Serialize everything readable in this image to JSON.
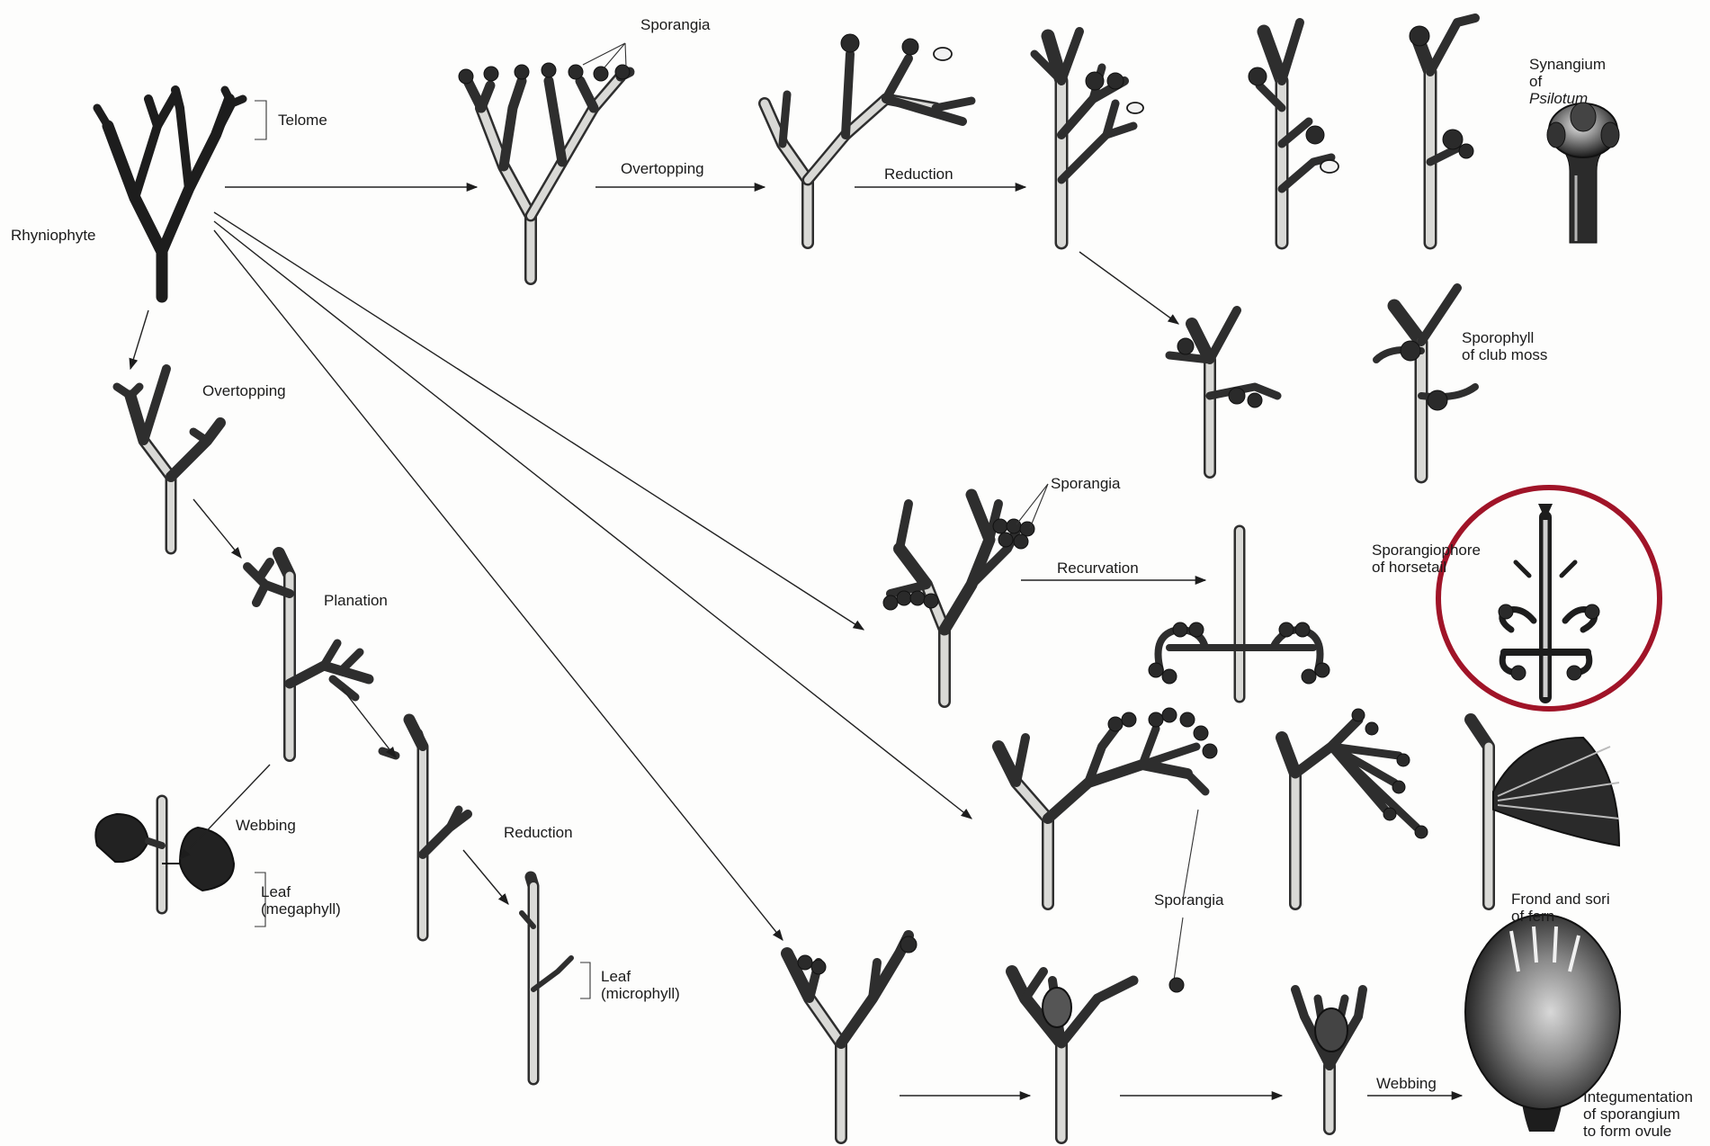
{
  "labels": {
    "sporangia_top": "Sporangia",
    "telome": "Telome",
    "rhyniophyte": "Rhyniophyte",
    "overtopping_top": "Overtopping",
    "reduction_top": "Reduction",
    "synangium_line1": "Synangium",
    "synangium_of": "of",
    "synangium_genus": "Psilotum",
    "overtopping_left": "Overtopping",
    "sporophyll_line1": "Sporophyll",
    "sporophyll_line2": "of club moss",
    "sporangia_mid": "Sporangia",
    "recurvation": "Recurvation",
    "sporangiophore_line1": "Sporangiophore",
    "sporangiophore_line2": "of horsetail",
    "planation": "Planation",
    "webbing_left": "Webbing",
    "reduction_left": "Reduction",
    "leaf_mega_line1": "Leaf",
    "leaf_mega_line2": "(megaphyll)",
    "leaf_micro_line1": "Leaf",
    "leaf_micro_line2": "(microphyll)",
    "sporangia_lower": "Sporangia",
    "frond_line1": "Frond and sori",
    "frond_line2": "of fern",
    "webbing_bottom": "Webbing",
    "integ_line1": "Integumentation",
    "integ_line2": "of sporangium",
    "integ_line3": "to form ovule"
  },
  "colors": {
    "highlight_circle": "#a01428",
    "ink": "#1d1d1d",
    "paper": "#fdfdfc"
  }
}
